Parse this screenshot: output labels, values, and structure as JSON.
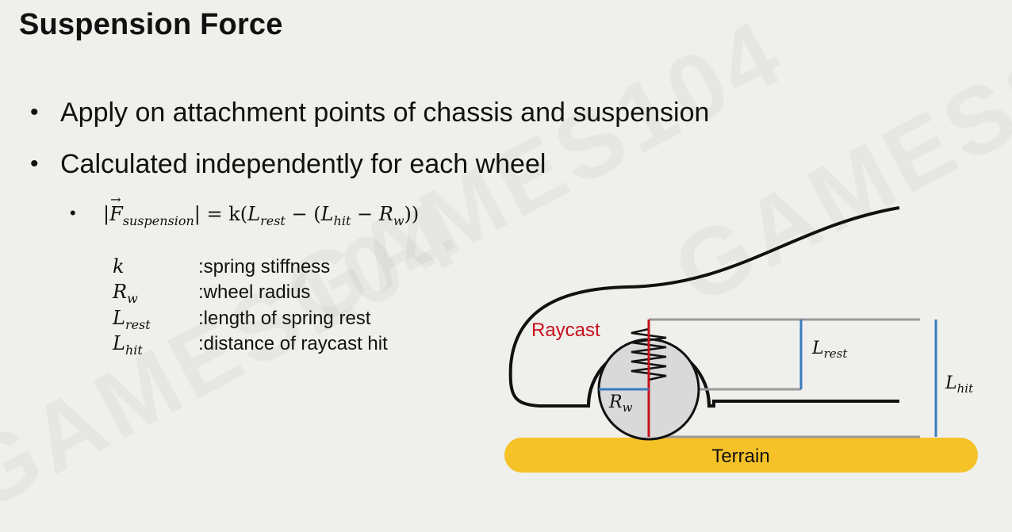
{
  "slide": {
    "title": "Suspension Force",
    "watermark": "GAMES104",
    "bullets": [
      "Apply on attachment points  of chassis and suspension",
      "Calculated independently for each wheel"
    ],
    "formula": {
      "lhs_F": "F",
      "lhs_sub": "suspension",
      "eq": "= k(",
      "L1": "L",
      "L1_sub": "rest",
      "minus1": " − (",
      "L2": "L",
      "L2_sub": "hit",
      "minus2": " − ",
      "R": "R",
      "R_sub": "w",
      "close": "))"
    },
    "variables": [
      {
        "sym": "k",
        "sub": "",
        "desc": ":spring stiffness"
      },
      {
        "sym": "R",
        "sub": "w",
        "desc": ":wheel radius"
      },
      {
        "sym": "L",
        "sub": "rest",
        "desc": ":length of spring rest"
      },
      {
        "sym": "L",
        "sub": "hit",
        "desc": ":distance of raycast hit"
      }
    ]
  },
  "diagram": {
    "raycast_label": "Raycast",
    "terrain_label": "Terrain",
    "rw_sym": "R",
    "rw_sub": "w",
    "lrest_sym": "L",
    "lrest_sub": "rest",
    "lhit_sym": "L",
    "lhit_sub": "hit",
    "colors": {
      "raycast": "#c8101e",
      "measure": "#3a7bbf",
      "terrain": "#f5c228",
      "wheel_fill": "#d9d9d9",
      "guide": "#9a9a9a"
    }
  }
}
